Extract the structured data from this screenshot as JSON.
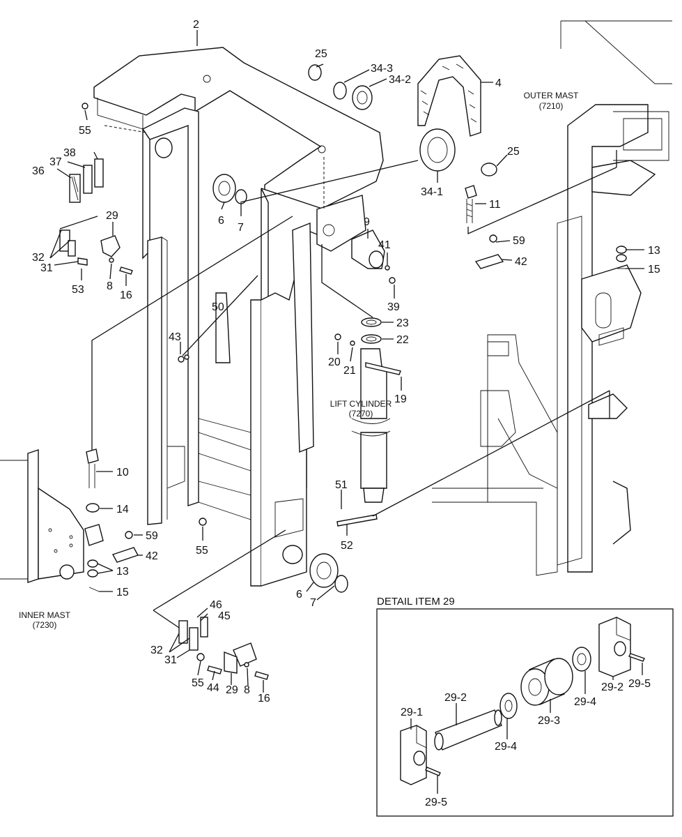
{
  "captions": {
    "outer_mast": [
      "OUTER MAST",
      "(7210)"
    ],
    "inner_mast": [
      "INNER MAST",
      "(7230)"
    ],
    "lift_cylinder": [
      "LIFT CYLINDER",
      "(7270)"
    ],
    "detail_title": "DETAIL ITEM 29"
  },
  "labels": {
    "l2": "2",
    "l25a": "25",
    "l34_3": "34-3",
    "l34_2": "34-2",
    "l4": "4",
    "l25b": "25",
    "l34_1": "34-1",
    "l11": "11",
    "l59a": "59",
    "l42a": "42",
    "l13a": "13",
    "l15a": "15",
    "l55a": "55",
    "l38": "38",
    "l37": "37",
    "l36": "36",
    "l29a": "29",
    "l32a": "32",
    "l31a": "31",
    "l53": "53",
    "l8a": "8",
    "l16a": "16",
    "l6a": "6",
    "l7a": "7",
    "l9": "9",
    "l41": "41",
    "l39": "39",
    "l23": "23",
    "l22": "22",
    "l20": "20",
    "l21": "21",
    "l19": "19",
    "l50": "50",
    "l43": "43",
    "l10": "10",
    "l14": "14",
    "l59b": "59",
    "l42b": "42",
    "l13b": "13",
    "l15b": "15",
    "l55b": "55",
    "l51": "51",
    "l52": "52",
    "l6b": "6",
    "l7b": "7",
    "l46": "46",
    "l45": "45",
    "l32b": "32",
    "l31b": "31",
    "l55c": "55",
    "l44": "44",
    "l29b": "29",
    "l8b": "8",
    "l16b": "16"
  },
  "detail_labels": {
    "d29_1": "29-1",
    "d29_2a": "29-2",
    "d29_4a": "29-4",
    "d29_3": "29-3",
    "d29_4b": "29-4",
    "d29_2b": "29-2",
    "d29_5a": "29-5",
    "d29_5b": "29-5"
  }
}
